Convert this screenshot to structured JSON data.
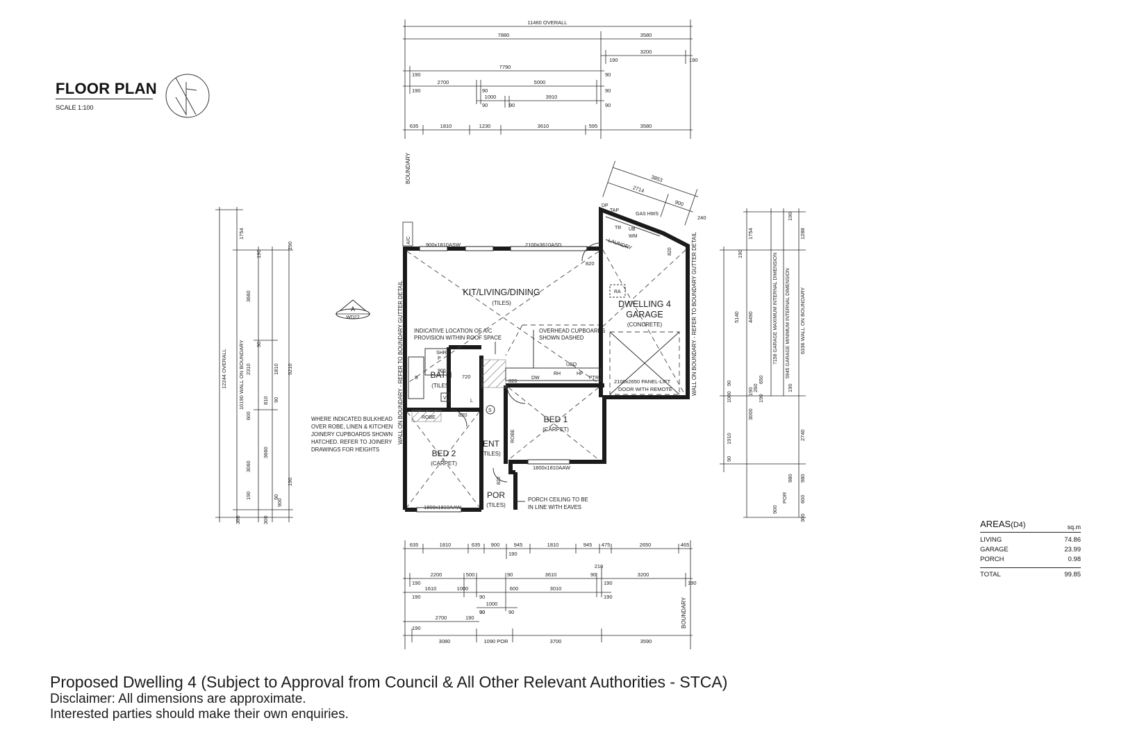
{
  "header": {
    "title": "FLOOR PLAN",
    "scale": "SCALE 1:100"
  },
  "rooms": {
    "kitchen": {
      "name": "KIT/LIVING/DINING",
      "finish": "(TILES)"
    },
    "garage": {
      "name1": "DWELLING 4",
      "name2": "GARAGE",
      "finish": "(CONCRETE)"
    },
    "bath": {
      "name": "BATH",
      "finish": "(TILES)"
    },
    "bed1": {
      "name": "BED 1",
      "finish": "(CARPET)"
    },
    "bed2": {
      "name": "BED 2",
      "finish": "(CARPET)"
    },
    "entry": {
      "name": "ENT",
      "finish": "(TILES)"
    },
    "porch": {
      "name": "POR",
      "finish": "(TILES)"
    },
    "laundry": "LAUNDRY"
  },
  "labels": {
    "ac_note_1": "INDICATIVE LOCATION OF A/C",
    "ac_note_2": "PROVISION WITHIN ROOF SPACE",
    "overhead_1": "OVERHEAD CUPBOARDS",
    "overhead_2": "SHOWN DASHED",
    "bulkhead_1": "WHERE INDICATED BULKHEAD",
    "bulkhead_2": "OVER ROBE, LINEN & KITCHEN",
    "bulkhead_3": "JOINERY CUPBOARDS SHOWN",
    "bulkhead_4": "HATCHED. REFER TO JOINERY",
    "bulkhead_5": "DRAWINGS FOR HEIGHTS",
    "porch_note_1": "PORCH CEILING TO BE",
    "porch_note_2": "IN LINE WITH EAVES",
    "garage_door_1": "2100x2650 PANEL-LIFT",
    "garage_door_2": "DOOR WITH REMOTE",
    "window_kit1": "900x1810ASW",
    "window_kit2": "2100x3610ASD",
    "window_bed1": "1800x1810AAW",
    "window_bed2": "1800x1810AAW",
    "wall_left": "WALL ON BOUNDARY - REFER TO BOUNDARY GUTTER DETAIL",
    "wall_right": "WALL ON BOUNDARY - REFER TO BOUNDARY GUTTER DETAIL",
    "boundary": "BOUNDARY",
    "section_letter": "A",
    "section_ref": "WD22",
    "ac_unit": "A/C",
    "robe": "ROBE",
    "shr": "SHR",
    "dw": "DW",
    "rh": "RH",
    "hp": "HP",
    "ptry": "PTRY",
    "ubo": "UBO",
    "tr": "TR",
    "ub": "UB",
    "wm": "WM",
    "tap": "TAP",
    "gas_hws": "GAS HWS",
    "dp": "DP",
    "ra": "RA",
    "door820": "820",
    "door720": "720",
    "smoke": "S",
    "b": "B",
    "p": "P",
    "v": "V",
    "l": "L",
    "n900": "900"
  },
  "dims_top": {
    "overall": "11460 OVERALL",
    "r1": [
      "7880",
      "3580"
    ],
    "r2": [
      "190",
      "3200",
      "190"
    ],
    "r3": [
      "190",
      "7790",
      "90"
    ],
    "r4": [
      "190",
      "2700",
      "90",
      "5000",
      "90"
    ],
    "r5": [
      "1000",
      "90",
      "3910",
      "90"
    ],
    "r6": [
      "635",
      "1810",
      "1230",
      "3610",
      "595",
      "3580"
    ],
    "angled": [
      "3853",
      "2714",
      "900",
      "240"
    ]
  },
  "dims_bottom": {
    "r1": [
      "635",
      "1810",
      "635",
      "900",
      "945",
      "1810",
      "945",
      "475",
      "2650",
      "465"
    ],
    "r1b": "190",
    "r2": [
      "190",
      "2200",
      "500",
      "90",
      "3610",
      "90",
      "210",
      "190",
      "3200",
      "190"
    ],
    "r3": [
      "190",
      "1610",
      "1000",
      "90",
      "600",
      "3010",
      "190"
    ],
    "r4": [
      "90",
      "1000",
      "90"
    ],
    "r5": [
      "2700",
      "190"
    ],
    "r6": [
      "190",
      "3080",
      "1090 POR",
      "3700",
      "3590"
    ],
    "r6b": "90"
  },
  "dims_left": {
    "overall": "12244 OVERALL",
    "wall": "10190 WALL ON BOUNDARY",
    "a": [
      "1754",
      "3660",
      "2310",
      "600",
      "3060",
      "190",
      "300"
    ],
    "b": [
      "190",
      "90",
      "1810",
      "810",
      "90",
      "3660",
      "90",
      "900",
      "300"
    ],
    "c": [
      "190",
      "9210",
      "190"
    ]
  },
  "dims_right": {
    "a": [
      "1754",
      "5140",
      "1910",
      "900"
    ],
    "b": [
      "190",
      "4490",
      "1000",
      "90",
      "3000",
      "190",
      "90",
      "POR"
    ],
    "c": [
      "7158 GARAGE MAXIMUM INTERNAL DIMENSION",
      "5945 GARAGE MINIMUM INTERNAL DIMENSION",
      "650",
      "260",
      "190"
    ],
    "d": [
      "190",
      "1288",
      "6336 WALL ON BOUNDARY",
      "190",
      "2740",
      "980",
      "980",
      "600",
      "300"
    ]
  },
  "areas": {
    "title": "AREAS",
    "suffix": "(D4)",
    "unit": "sq.m",
    "rows": [
      {
        "label": "LIVING",
        "value": "74.86"
      },
      {
        "label": "GARAGE",
        "value": "23.99"
      },
      {
        "label": "PORCH",
        "value": "0.98"
      }
    ],
    "total_label": "TOTAL",
    "total_value": "99.85"
  },
  "footer": {
    "title": "Proposed Dwelling 4 (Subject to Approval from Council & All Other Relevant Authorities - STCA)",
    "disclaimer1": "Disclaimer: All dimensions are approximate.",
    "disclaimer2": "Interested parties should make their own enquiries."
  }
}
